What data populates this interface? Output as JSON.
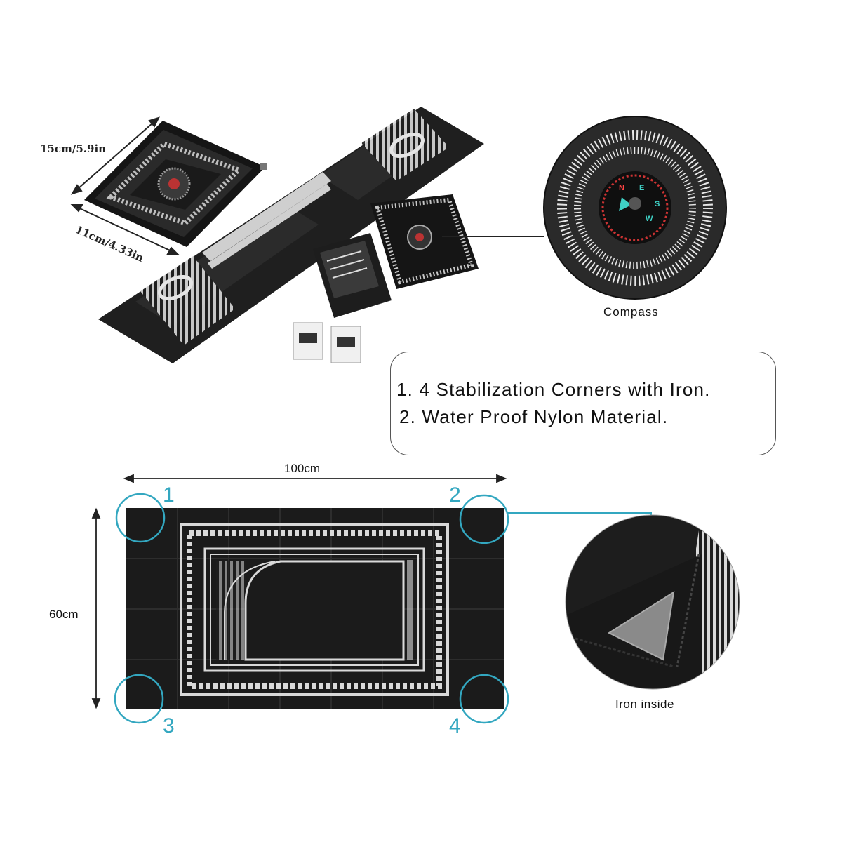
{
  "top_dimensions": {
    "height_label": "15cm/5.9in",
    "width_label": "11cm/4.33in"
  },
  "compass": {
    "caption": "Compass",
    "directions": [
      "N",
      "E",
      "S",
      "W"
    ]
  },
  "features": {
    "items": [
      "1. 4 Stabilization Corners with Iron.",
      "2. Water Proof Nylon Material."
    ]
  },
  "mat_dimensions": {
    "width_label": "100cm",
    "height_label": "60cm"
  },
  "corners": {
    "labels": [
      "1",
      "2",
      "3",
      "4"
    ]
  },
  "iron": {
    "caption": "Iron inside"
  },
  "colors": {
    "accent": "#33a7c0",
    "mat": "#1b1b1b",
    "pattern": "#d9d9d9"
  }
}
